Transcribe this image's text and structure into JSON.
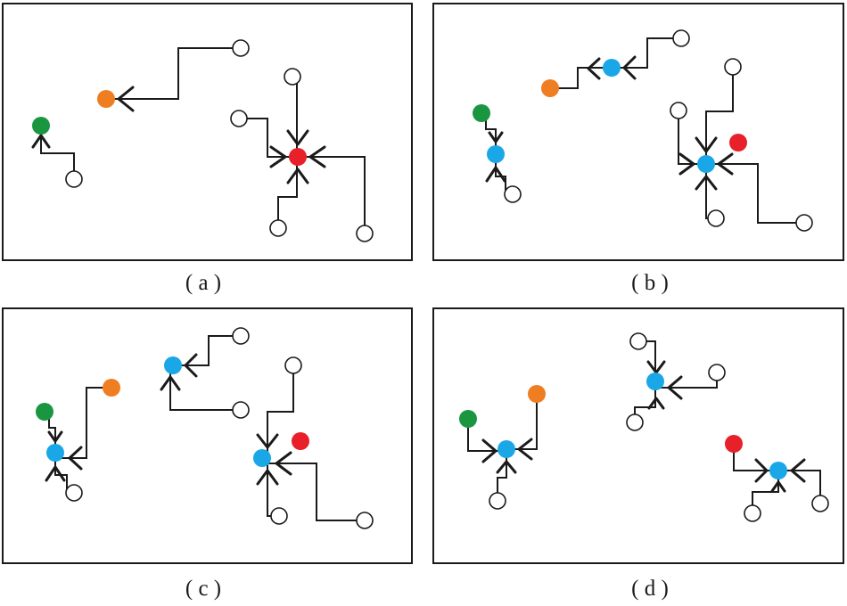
{
  "captions": {
    "a": "( a )",
    "b": "( b )",
    "c": "( c )",
    "d": "( d )"
  },
  "colors": {
    "green": "#1a9641",
    "orange": "#ef7d21",
    "red": "#e8202a",
    "blue": "#1aa7e8",
    "empty": "#ffffff",
    "line": "#1a1a1a"
  }
}
